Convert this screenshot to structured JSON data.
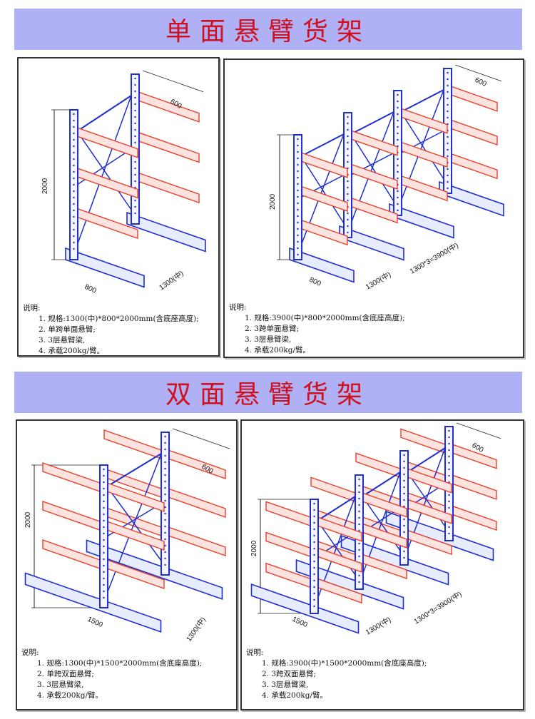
{
  "sections": [
    {
      "title": "单面悬臂货架",
      "panels": [
        {
          "dims": {
            "arm": "600",
            "height": "2000",
            "depth": "800",
            "span": "1300(中)"
          },
          "notes_title": "说明:",
          "notes": [
            "1. 规格:1300(中)*800*2000mm(含底座高度);",
            "2. 单跨单面悬臂;",
            "3. 3层悬臂梁,",
            "4. 承载200kg/臂。"
          ]
        },
        {
          "dims": {
            "arm": "600",
            "height": "2000",
            "depth": "800",
            "span": "1300(中)",
            "total": "1300*3=3900(中)"
          },
          "notes_title": "说明:",
          "notes": [
            "1. 规格:3900(中)*800*2000mm(含底座高度);",
            "2. 3跨单面悬臂;",
            "3. 3层悬臂梁,",
            "4. 承载200kg/臂。"
          ]
        }
      ]
    },
    {
      "title": "双面悬臂货架",
      "panels": [
        {
          "dims": {
            "arm": "600",
            "height": "2000",
            "depth": "1500",
            "span": "1300(中)"
          },
          "notes_title": "说明:",
          "notes": [
            "1. 规格:1300(中)*1500*2000mm(含底座高度);",
            "2. 单跨双面悬臂;",
            "3. 3层悬臂梁,",
            "4. 承载200kg/臂。"
          ]
        },
        {
          "dims": {
            "arm": "600",
            "height": "2000",
            "depth": "1500",
            "span": "1300(中)",
            "total": "1300*3=3900(中)"
          },
          "notes_title": "说明:",
          "notes": [
            "1. 规格:3900(中)*1500*2000mm(含底座高度);",
            "2. 3跨双面悬臂;",
            "3. 3层悬臂梁,",
            "4. 承载200kg/臂。"
          ]
        }
      ]
    }
  ],
  "colors": {
    "banner": "#b0b0f5",
    "title": "#d0101e",
    "column": "#1f2fd0",
    "arm": "#e8402a"
  }
}
